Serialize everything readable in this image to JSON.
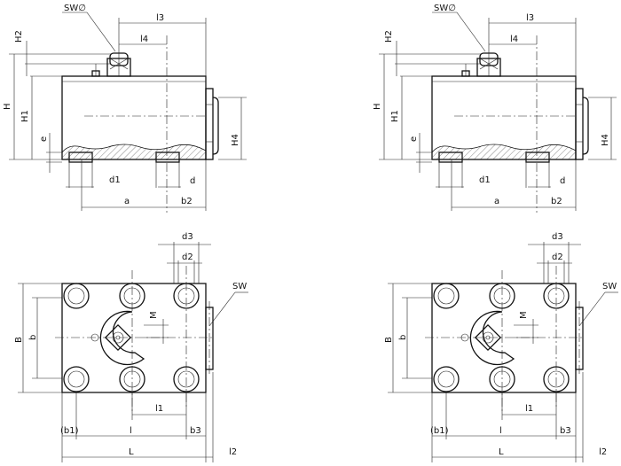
{
  "views": [
    {
      "side": {
        "labels": {
          "sw": "SW∅",
          "l3": "l3",
          "l4": "l4",
          "h2": "H2",
          "h": "H",
          "h1": "H1",
          "e": "e",
          "h4": "H4",
          "d1": "d1",
          "d": "d",
          "a": "a",
          "b2": "b2"
        }
      },
      "top": {
        "labels": {
          "d3": "d3",
          "d2": "d2",
          "sw": "SW",
          "m": "M",
          "big_b": "B",
          "small_b": "b",
          "l1": "l1",
          "b1": "(b1)",
          "l": "l",
          "b3": "b3",
          "big_l": "L",
          "l2": "l2"
        }
      }
    },
    {
      "side": {
        "labels": {
          "sw": "SW∅",
          "l3": "l3",
          "l4": "l4",
          "h2": "H2",
          "h": "H",
          "h1": "H1",
          "e": "e",
          "h4": "H4",
          "d1": "d1",
          "d": "d",
          "a": "a",
          "b2": "b2"
        }
      },
      "top": {
        "labels": {
          "d3": "d3",
          "d2": "d2",
          "sw": "SW",
          "m": "M",
          "big_b": "B",
          "small_b": "b",
          "l1": "l1",
          "b1": "(b1)",
          "l": "l",
          "b3": "b3",
          "big_l": "L",
          "l2": "l2"
        }
      }
    }
  ]
}
